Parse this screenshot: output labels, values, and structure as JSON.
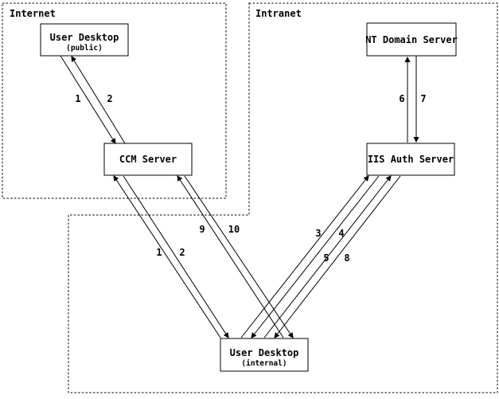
{
  "diagram": {
    "type": "network-auth-flow-diagram",
    "background": "#ffffff",
    "line_color": "#000000"
  },
  "zones": {
    "internet": {
      "label": "Internet"
    },
    "intranet": {
      "label": "Intranet"
    }
  },
  "nodes": {
    "ud_public": {
      "label": "User Desktop",
      "sublabel": "(public)",
      "zone": "Internet"
    },
    "ccm": {
      "label": "CCM Server",
      "zone": "Internet"
    },
    "nt_domain": {
      "label": "NT Domain Server",
      "zone": "Intranet"
    },
    "iis_auth": {
      "label": "IIS Auth Server",
      "zone": "Intranet"
    },
    "ud_internal": {
      "label": "User Desktop",
      "sublabel": "(internal)",
      "zone": "Intranet"
    }
  },
  "arrow_labels": {
    "a1": "1",
    "a2": "2",
    "b1": "1",
    "b2": "2",
    "c9": "9",
    "c10": "10",
    "d3": "3",
    "d4": "4",
    "e5": "5",
    "e8": "8",
    "f6": "6",
    "f7": "7"
  },
  "connections": [
    {
      "label": "1",
      "from": "User Desktop (public)",
      "to": "CCM Server"
    },
    {
      "label": "2",
      "from": "CCM Server",
      "to": "User Desktop (public)"
    },
    {
      "label": "1",
      "from": "User Desktop (internal)",
      "to": "CCM Server"
    },
    {
      "label": "2",
      "from": "CCM Server",
      "to": "User Desktop (internal)"
    },
    {
      "label": "9",
      "from": "User Desktop (internal)",
      "to": "CCM Server"
    },
    {
      "label": "10",
      "from": "CCM Server",
      "to": "User Desktop (internal)"
    },
    {
      "label": "3",
      "from": "User Desktop (internal)",
      "to": "IIS Auth Server"
    },
    {
      "label": "4",
      "from": "IIS Auth Server",
      "to": "User Desktop (internal)"
    },
    {
      "label": "5",
      "from": "User Desktop (internal)",
      "to": "IIS Auth Server"
    },
    {
      "label": "8",
      "from": "IIS Auth Server",
      "to": "User Desktop (internal)"
    },
    {
      "label": "6",
      "from": "IIS Auth Server",
      "to": "NT Domain Server"
    },
    {
      "label": "7",
      "from": "NT Domain Server",
      "to": "IIS Auth Server"
    }
  ]
}
